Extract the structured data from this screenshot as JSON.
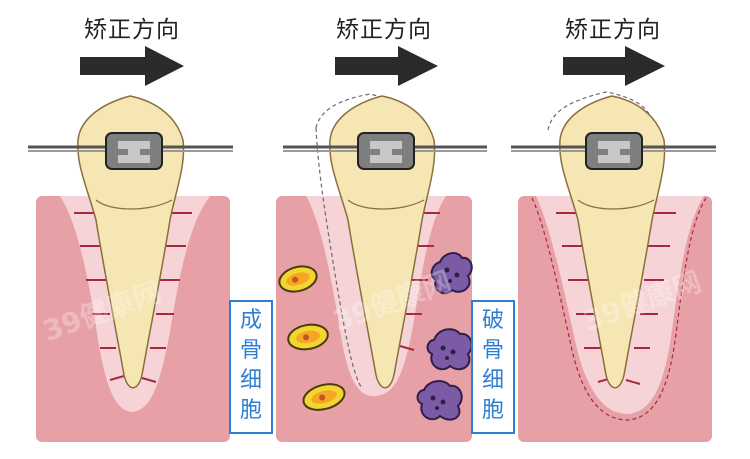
{
  "panels": [
    {
      "heading": "矫正方向"
    },
    {
      "heading": "矫正方向"
    },
    {
      "heading": "矫正方向"
    }
  ],
  "labels": {
    "osteoblast": [
      "成",
      "骨",
      "细",
      "胞"
    ],
    "osteoclast": [
      "破",
      "骨",
      "细",
      "胞"
    ]
  },
  "watermark": "39健康网",
  "colors": {
    "gum": "#e7a0a6",
    "gum_dark": "#d98a92",
    "ligament": "#f6d3d6",
    "tooth": "#f6e6b3",
    "tooth_stroke": "#8b6e3c",
    "fiber": "#a8283e",
    "arrow": "#2b2b2b",
    "bracket": "#7f7f7f",
    "label_blue": "#2d7fd3",
    "osteoblast_fill": "#f2d531",
    "osteoclast_fill": "#7b5aa6"
  }
}
